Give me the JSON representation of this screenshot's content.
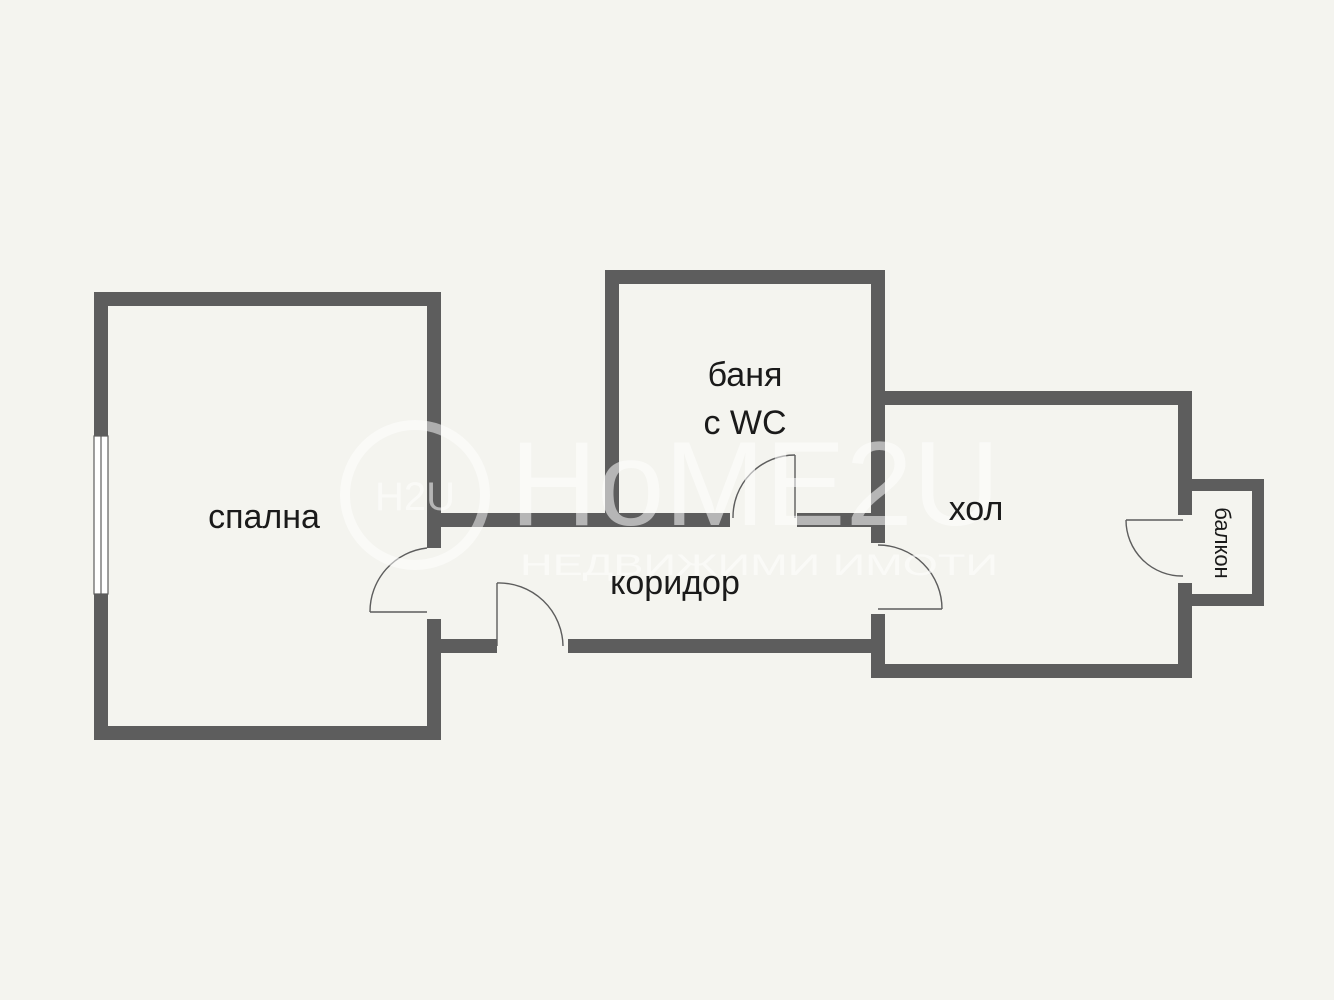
{
  "rooms": {
    "bedroom": "спална",
    "bathroom_line1": "баня",
    "bathroom_line2": "с WC",
    "corridor": "коридор",
    "hall": "хол",
    "balcony": "балкон"
  },
  "watermark": {
    "logo_mark": "H2U",
    "brand": "HoME2U",
    "tagline": "НЕДВИЖИМИ ИМОТИ"
  },
  "colors": {
    "wall": "#5d5d5d",
    "background": "#f4f4ef",
    "label": "#1a1a1a"
  }
}
